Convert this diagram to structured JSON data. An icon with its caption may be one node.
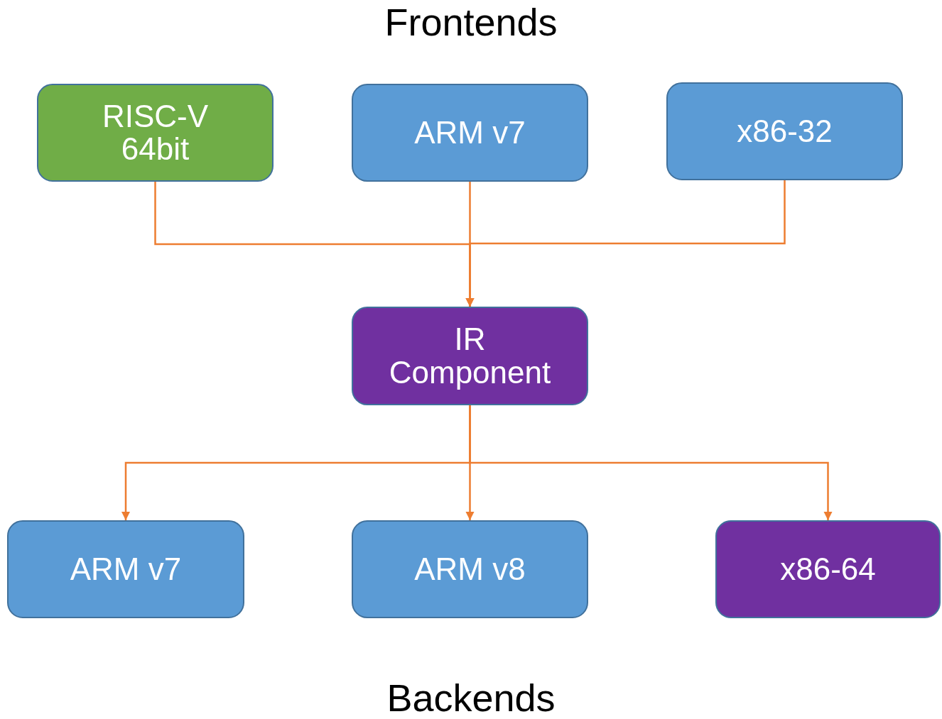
{
  "diagram": {
    "title": "Frontends",
    "caption": "Backends",
    "nodes": [
      {
        "text": [
          "RISC-V 64bit"
        ]
      },
      {
        "text": [
          "ARM v7"
        ]
      },
      {
        "text": [
          "x86-32"
        ]
      },
      {
        "text": [
          "IR Component"
        ]
      },
      {
        "text": [
          "ARM v7"
        ]
      },
      {
        "text": [
          "ARM v8"
        ]
      },
      {
        "text": [
          "x86-64"
        ]
      }
    ],
    "edges": [
      {
        "from": 0,
        "to": 3,
        "arrow": "to"
      },
      {
        "from": 1,
        "to": 3,
        "arrow": "to"
      },
      {
        "from": 2,
        "to": 3,
        "arrow": "to"
      },
      {
        "from": 3,
        "to": 4,
        "arrow": "to"
      },
      {
        "from": 3,
        "to": 5,
        "arrow": "to"
      },
      {
        "from": 3,
        "to": 6,
        "arrow": "to"
      }
    ]
  }
}
